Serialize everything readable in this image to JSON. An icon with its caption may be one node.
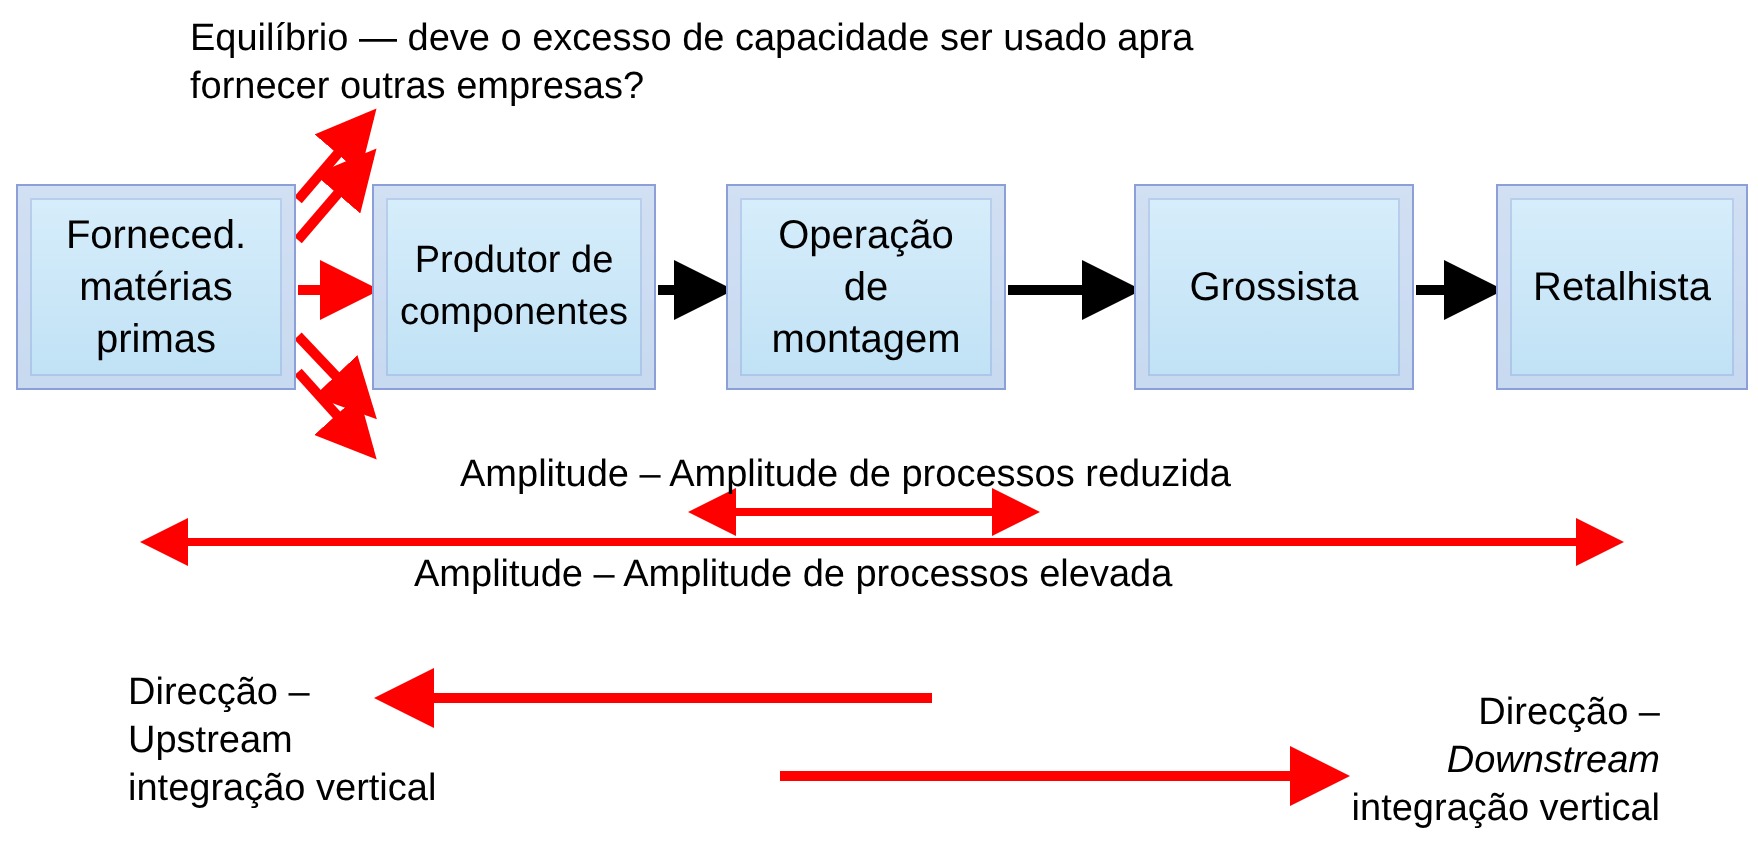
{
  "diagram": {
    "nodes": [
      {
        "text": [
          "Forneced. matérias primas"
        ]
      },
      {
        "text": [
          "Produtor de componentes"
        ]
      },
      {
        "text": [
          "Operação de montagem"
        ]
      },
      {
        "text": [
          "Grossista"
        ]
      },
      {
        "text": [
          "Retalhista"
        ]
      }
    ],
    "edges": [
      {
        "from": 0,
        "to": 1,
        "arrow": "to",
        "color": "#ff0000"
      },
      {
        "from": 0,
        "to": 1,
        "arrow": "to",
        "color": "#ff0000"
      },
      {
        "from": 0,
        "to": 1,
        "arrow": "to",
        "color": "#ff0000"
      },
      {
        "from": 0,
        "to": 1,
        "arrow": "to",
        "color": "#ff0000"
      },
      {
        "from": 0,
        "to": 1,
        "arrow": "to",
        "color": "#ff0000"
      },
      {
        "from": 1,
        "to": 2,
        "arrow": "to",
        "color": "#000000"
      },
      {
        "from": 2,
        "to": 3,
        "arrow": "to",
        "color": "#000000"
      },
      {
        "from": 3,
        "to": 4,
        "arrow": "to",
        "color": "#000000"
      }
    ],
    "labels": [
      "Equilíbrio — deve o excesso de capacidade ser usado apra fornecer outras empresas?",
      "Amplitude – Amplitude de processos reduzida",
      "Amplitude – Amplitude de processos elevada",
      "Direcção – Upstream integração vertical",
      "Direcção – *Downstream* integração vertical"
    ]
  }
}
